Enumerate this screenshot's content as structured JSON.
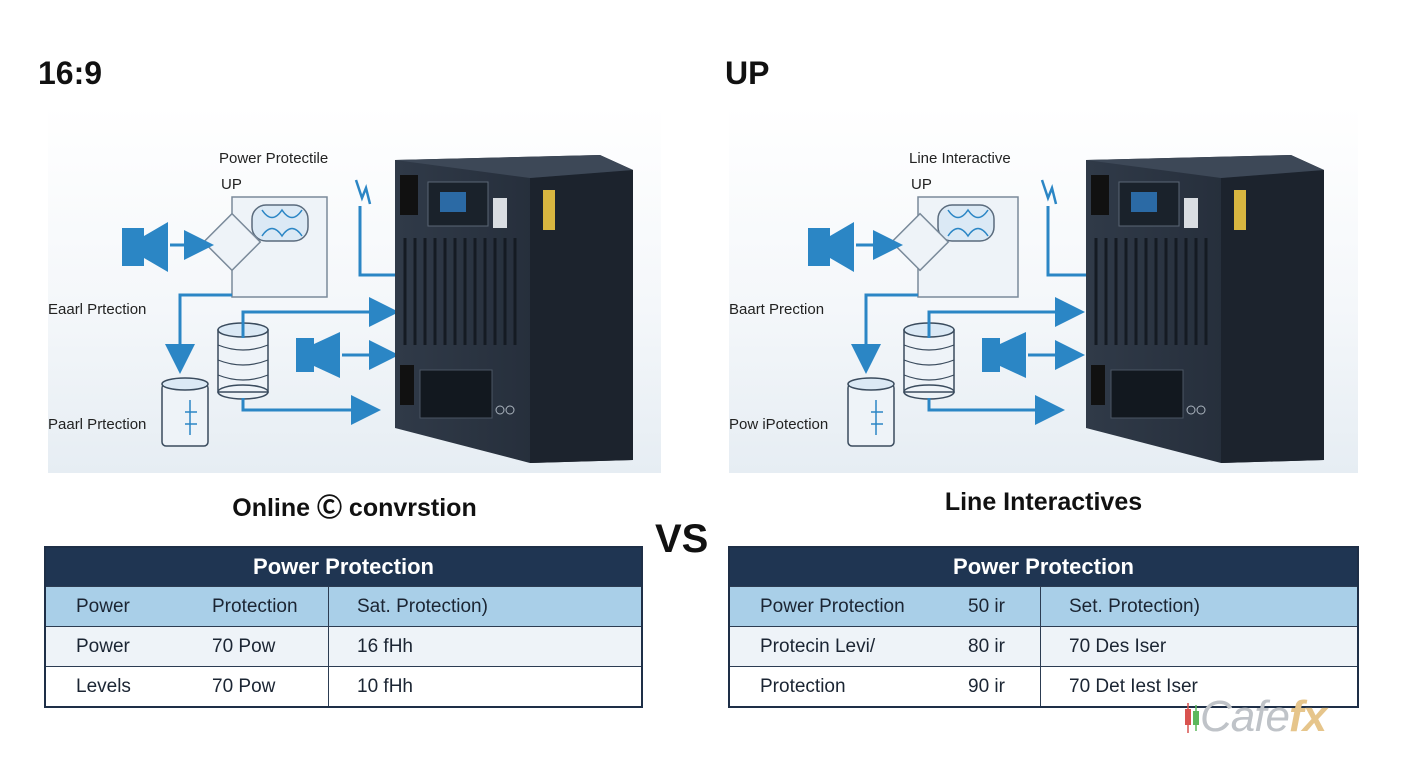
{
  "left": {
    "heading": "16:9",
    "labels": {
      "top": "Power Protectile",
      "up": "UP",
      "mid": "Eaarl Prtection",
      "bottom": "Paarl Prtection"
    },
    "subtitle": "Online Ⓒ convrstion",
    "table": {
      "title": "Power Protection",
      "rows": [
        [
          "Power",
          "Protection",
          "Sat. Protection)"
        ],
        [
          "Power",
          "70 Pow",
          "16 fHh"
        ],
        [
          "Levels",
          "70 Pow",
          "10 fHh"
        ]
      ]
    }
  },
  "right": {
    "heading": "UP",
    "labels": {
      "top": "Line Interactive",
      "up": "UP",
      "mid": "Baart Prection",
      "bottom": "Pow iPotection"
    },
    "subtitle": "Line Interactives",
    "table": {
      "title": "Power Protection",
      "rows": [
        [
          "Power Protection",
          "50 ir",
          "Set. Protection)"
        ],
        [
          "Protecin Levi/",
          "80 ir",
          "70 Des Iser"
        ],
        [
          "Protection",
          "90 ir",
          "70 Det Iest Iser"
        ]
      ]
    }
  },
  "vs": "VS",
  "logo": {
    "text": "Cafe",
    "suffix": "fx"
  },
  "colors": {
    "accent": "#2b86c5",
    "header": "#1f3552",
    "row_highlight": "#a9cfe8",
    "cabinet": "#2a3340"
  }
}
